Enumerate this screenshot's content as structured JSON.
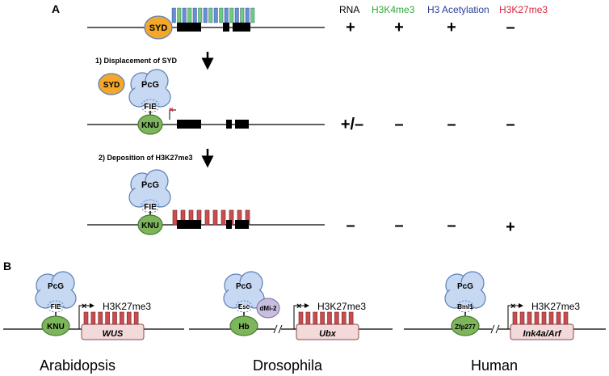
{
  "panel_a": {
    "letter": "A",
    "columns": [
      {
        "label": "RNA",
        "color": "#000000"
      },
      {
        "label": "H3K4me3",
        "color": "#2eaa3a"
      },
      {
        "label": "H3 Acetylation",
        "color": "#2a3f9a"
      },
      {
        "label": "H3K27me3",
        "color": "#d8243b"
      }
    ],
    "rows": [
      {
        "signs": [
          "+",
          "+",
          "+",
          "–"
        ]
      },
      {
        "signs": [
          "+/–",
          "–",
          "–",
          "–"
        ]
      },
      {
        "signs": [
          "–",
          "–",
          "–",
          "+"
        ]
      }
    ],
    "steps": [
      {
        "label": "1) Displacement of SYD"
      },
      {
        "label": "2) Deposition of H3K27me3"
      }
    ],
    "proteins": {
      "syd": "SYD",
      "pcg": "PcG",
      "fie": "FIE",
      "knu": "KNU"
    }
  },
  "panel_b": {
    "letter": "B",
    "mark": "H3K27me3",
    "organisms": [
      {
        "name": "Arabidopsis",
        "pcg": "PcG",
        "adaptor": "FIE",
        "factor": "KNU",
        "gene": "WUS"
      },
      {
        "name": "Drosophila",
        "pcg": "PcG",
        "adaptor": "Esc",
        "extra": "dMi-2",
        "factor": "Hb",
        "gene": "Ubx"
      },
      {
        "name": "Human",
        "pcg": "PcG",
        "adaptor": "Bmi1",
        "factor": "Zfp277",
        "gene": "Ink4a/Arf"
      }
    ]
  },
  "colors": {
    "pcg_fill": "#c7d9f2",
    "pcg_stroke": "#5b7fb8",
    "factor_fill": "#7cb55a",
    "syd_fill": "#f3a72b",
    "dmi2_fill": "#c9bedf",
    "gene_box_fill": "#f3d9d9",
    "h3k27_fill": "#c84d4f",
    "h3k4_fill": "#6ccf73",
    "ac_fill": "#6a8fd0"
  }
}
